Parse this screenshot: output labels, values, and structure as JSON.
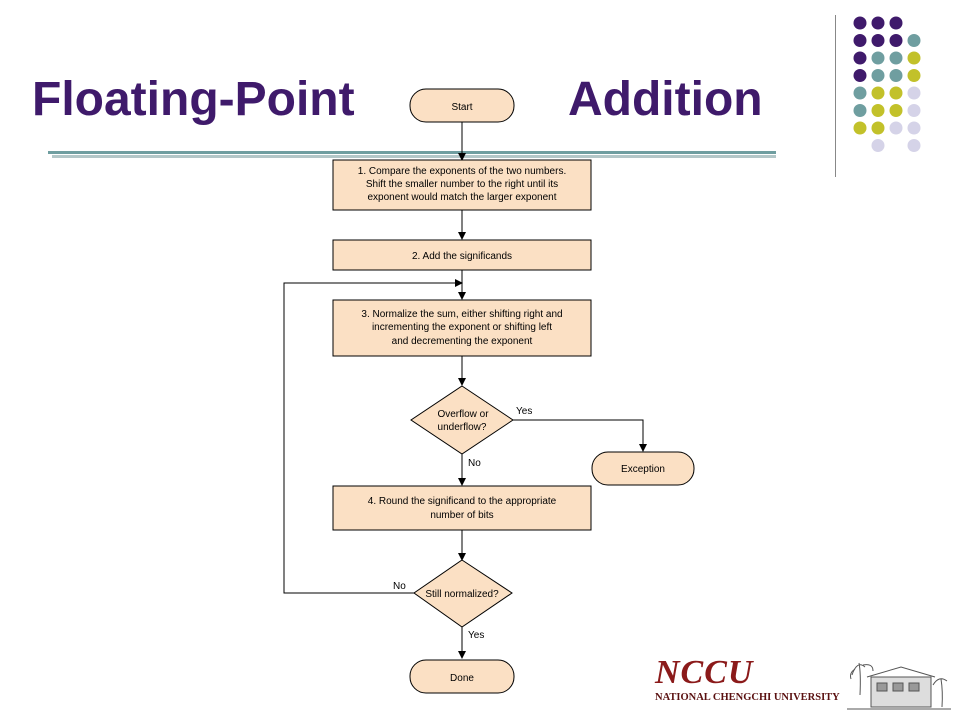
{
  "title": {
    "left": "Floating-Point",
    "right": "Addition"
  },
  "flowchart": {
    "start": "Start",
    "step1": [
      "1. Compare the exponents of the two numbers.",
      "Shift the smaller number to the right until its",
      "exponent would match the larger exponent"
    ],
    "step2": [
      "2. Add the significands"
    ],
    "step3": [
      "3. Normalize the sum, either shifting right and",
      "incrementing the exponent or shifting left",
      "and decrementing the exponent"
    ],
    "decision1": [
      "Overflow or",
      "underflow?"
    ],
    "exception": "Exception",
    "step4": [
      "4. Round the significand to the appropriate",
      "number of bits"
    ],
    "decision2": [
      "Still normalized?"
    ],
    "done": "Done",
    "labels": {
      "yes1": "Yes",
      "no1": "No",
      "no2": "No",
      "yes2": "Yes"
    }
  },
  "logo": {
    "script": "NCCU",
    "name": "NATIONAL CHENGCHI UNIVERSITY"
  },
  "colors": {
    "title": "#3f1a6b",
    "box_fill": "#fbe0c4",
    "purple": "#3f1a6b",
    "teal": "#6f9ea0",
    "olive": "#c2c12a",
    "lavender": "#d5d3e8"
  }
}
